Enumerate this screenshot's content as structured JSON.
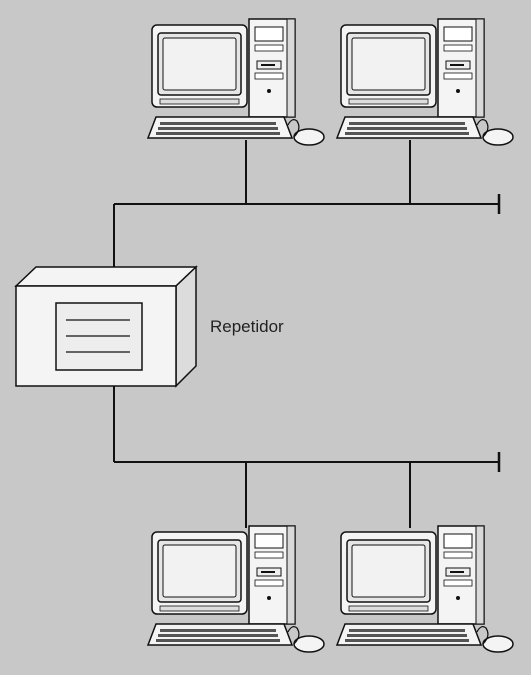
{
  "diagram": {
    "repeater_label": "Repetidor",
    "colors": {
      "background": "#c8c8c8",
      "line": "#111111",
      "device_fill": "#f4f4f4",
      "device_shade": "#d9d9d9",
      "screen": "#ececec"
    },
    "computers": [
      {
        "id": "pc-1",
        "segment": "top"
      },
      {
        "id": "pc-2",
        "segment": "top"
      },
      {
        "id": "pc-3",
        "segment": "bottom"
      },
      {
        "id": "pc-4",
        "segment": "bottom"
      }
    ]
  }
}
